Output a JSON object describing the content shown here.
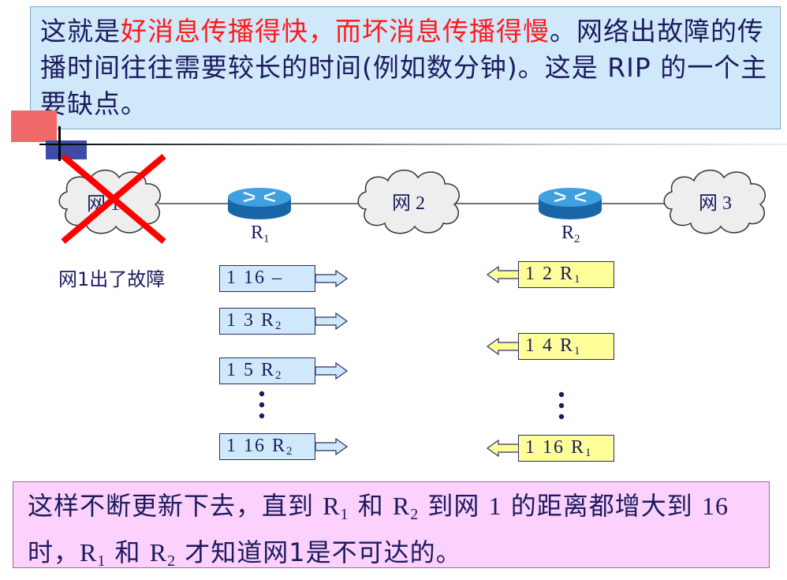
{
  "top_text": {
    "part1": "这就是",
    "part2_red": "好消息传播得快，而坏消息传播得慢",
    "part3": "。网络出故障的传播时间往往需要较长的时间(例如数分钟)。这是 RIP 的一个主要缺点。"
  },
  "network": {
    "clouds": [
      {
        "id": "net1",
        "label": "网 1",
        "failed": true
      },
      {
        "id": "net2",
        "label": "网 2"
      },
      {
        "id": "net3",
        "label": "网 3"
      }
    ],
    "routers": [
      {
        "id": "r1",
        "name": "R",
        "sub": "1"
      },
      {
        "id": "r2",
        "name": "R",
        "sub": "2"
      }
    ],
    "fault_label": "网1出了故障"
  },
  "r1_updates": [
    {
      "net": "1",
      "dist": "16",
      "next": "–",
      "next_sub": ""
    },
    {
      "net": "1",
      "dist": "3",
      "next": "R",
      "next_sub": "2"
    },
    {
      "net": "1",
      "dist": "5",
      "next": "R",
      "next_sub": "2"
    },
    {
      "net": "1",
      "dist": "16",
      "next": "R",
      "next_sub": "2"
    }
  ],
  "r2_updates": [
    {
      "net": "1",
      "dist": "2",
      "next": "R",
      "next_sub": "1"
    },
    {
      "net": "1",
      "dist": "4",
      "next": "R",
      "next_sub": "1"
    },
    {
      "net": "1",
      "dist": "16",
      "next": "R",
      "next_sub": "1"
    }
  ],
  "bottom_text": {
    "t1": "这样不断更新下去，直到 ",
    "r1": "R",
    "r1_sub": "1",
    "t2": " 和 ",
    "r2": "R",
    "r2_sub": "2",
    "t3": " 到网 ",
    "num1": "1",
    "t4": " 的距离都增大到 ",
    "num16": "16",
    "t5": " 时，",
    "r1b": "R",
    "r1b_sub": "1",
    "t6": " 和 ",
    "r2b": "R",
    "r2b_sub": "2",
    "t7": " 才知道网1是不可达的。"
  },
  "colors": {
    "top_bg": "#cfe9fb",
    "highlight_red": "#ff1a1a",
    "text_navy": "#1b1b5e",
    "r1_box_bg": "#cfe9fb",
    "r2_box_bg": "#ffff99",
    "bottom_bg": "#fcd1fc",
    "fail_cross": "#ff0000",
    "router_blue": "#1f7fc0"
  }
}
